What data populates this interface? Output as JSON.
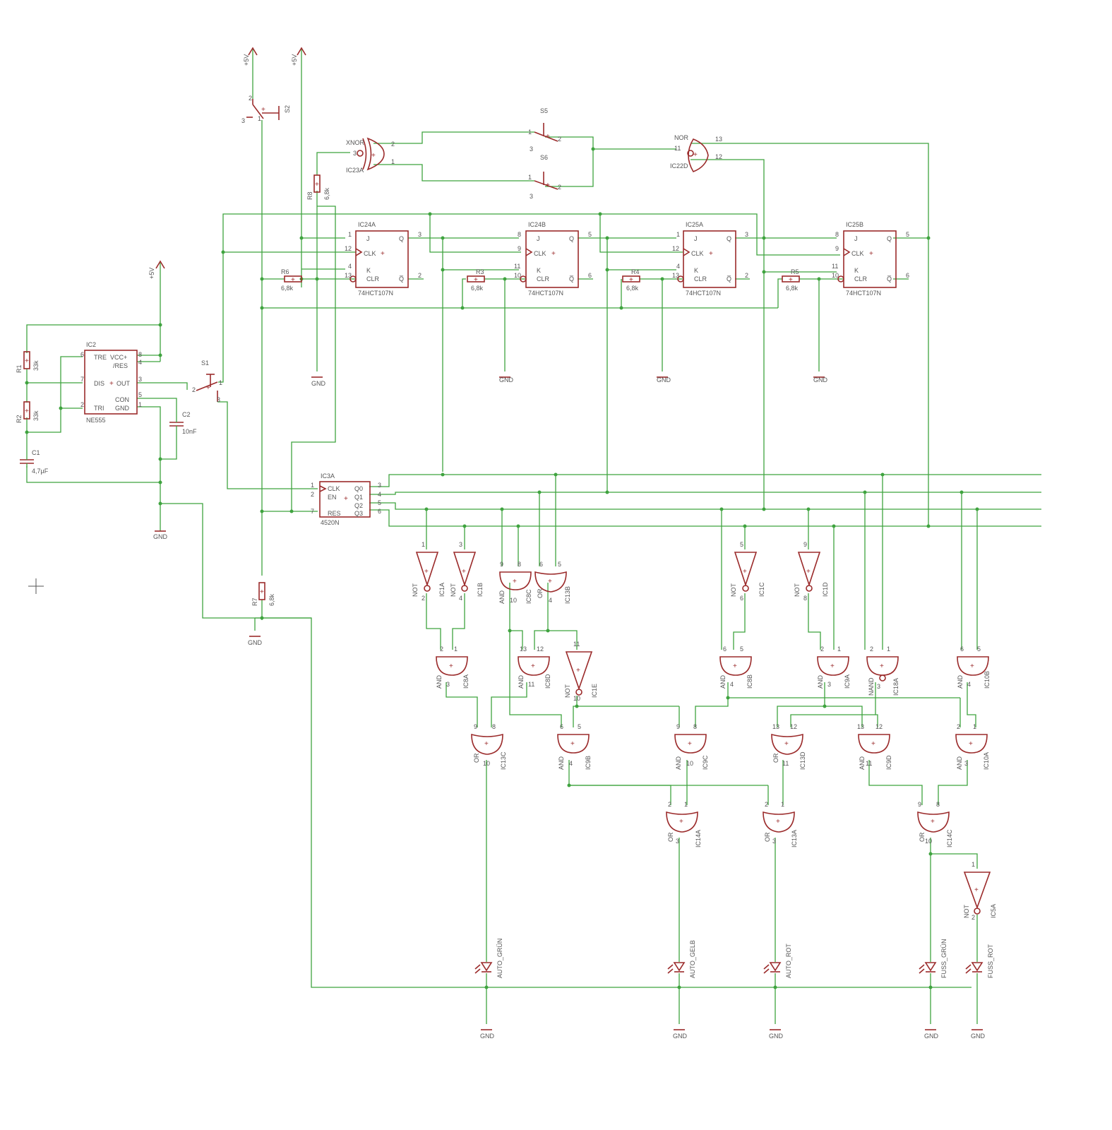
{
  "chart_data": {
    "type": "diagram",
    "kind": "electronic schematic",
    "colors": {
      "wire": "#3fa33f",
      "part": "#9b2b2b",
      "text": "#555555",
      "background": "#ffffff"
    }
  },
  "rails": {
    "vcc": "+5V",
    "gnd": "GND"
  },
  "components": {
    "ic2": {
      "name": "IC2",
      "value": "NE555",
      "pins": {
        "tre": "TRE",
        "vcc": "VCC+",
        "res": "/RES",
        "dis": "DIS",
        "out": "OUT",
        "con": "CON",
        "tri": "TRI",
        "gnd": "GND"
      },
      "nums": {
        "p6": "6",
        "p8": "8",
        "p4": "4",
        "p7": "7",
        "p3": "3",
        "p5": "5",
        "p2": "2",
        "p1": "1"
      }
    },
    "r1": {
      "name": "R1",
      "value": "33k"
    },
    "r2": {
      "name": "R2",
      "value": "33k"
    },
    "c1": {
      "name": "C1",
      "value": "4,7µF"
    },
    "c2": {
      "name": "C2",
      "value": "10nF"
    },
    "s1": {
      "name": "S1",
      "p1": "1",
      "p2": "2",
      "p3": "3"
    },
    "s2": {
      "name": "S2",
      "p1": "1",
      "p2": "2",
      "p3": "3"
    },
    "s5": {
      "name": "S5",
      "p1": "1",
      "p2": "2",
      "p3": "3"
    },
    "s6": {
      "name": "S6",
      "p1": "1",
      "p2": "2",
      "p3": "3"
    },
    "r3": {
      "name": "R3",
      "value": "6,8k"
    },
    "r4": {
      "name": "R4",
      "value": "6,8k"
    },
    "r5": {
      "name": "R5",
      "value": "6,8k"
    },
    "r6": {
      "name": "R6",
      "value": "6,8k"
    },
    "r7": {
      "name": "R7",
      "value": "6,8k"
    },
    "r8": {
      "name": "R8",
      "value": "6,8k"
    },
    "ic23a": {
      "name": "IC23A",
      "type": "XNOR",
      "in1": "2",
      "in2": "1",
      "out": "3"
    },
    "ic22d": {
      "name": "IC22D",
      "type": "NOR",
      "in1": "13",
      "in2": "12",
      "out": "11"
    },
    "ic3a": {
      "name": "IC3A",
      "value": "4520N",
      "pins": {
        "clk": "CLK",
        "en": "EN",
        "res": "RES",
        "q0": "Q0",
        "q1": "Q1",
        "q2": "Q2",
        "q3": "Q3"
      },
      "nums": {
        "p1": "1",
        "p2": "2",
        "p7": "7",
        "p3": "3",
        "p4": "4",
        "p5": "5",
        "p6": "6"
      }
    },
    "flipflops": [
      {
        "name": "IC24A",
        "value": "74HCT107N",
        "j": "1",
        "clk": "12",
        "k": "4",
        "clr": "13",
        "q": "3",
        "qn": "2"
      },
      {
        "name": "IC24B",
        "value": "74HCT107N",
        "j": "8",
        "clk": "9",
        "k": "11",
        "clr": "10",
        "q": "5",
        "qn": "6"
      },
      {
        "name": "IC25A",
        "value": "74HCT107N",
        "j": "1",
        "clk": "12",
        "k": "4",
        "clr": "13",
        "q": "3",
        "qn": "2"
      },
      {
        "name": "IC25B",
        "value": "74HCT107N",
        "j": "8",
        "clk": "9",
        "k": "11",
        "clr": "10",
        "q": "5",
        "qn": "6"
      }
    ],
    "ff_pins": {
      "j": "J",
      "clk": "CLK",
      "k": "K",
      "clr": "CLR",
      "q": "Q",
      "qn": "Q̅"
    },
    "gates": {
      "ic1a": {
        "name": "IC1A",
        "type": "NOT",
        "a": "1",
        "o": "2"
      },
      "ic1b": {
        "name": "IC1B",
        "type": "NOT",
        "a": "3",
        "o": "4"
      },
      "ic8c": {
        "name": "IC8C",
        "type": "AND",
        "a": "9",
        "b": "8",
        "o": "10"
      },
      "ic13b": {
        "name": "IC13B",
        "type": "OR",
        "a": "6",
        "b": "5",
        "o": "4"
      },
      "ic1c": {
        "name": "IC1C",
        "type": "NOT",
        "a": "5",
        "o": "6"
      },
      "ic1d": {
        "name": "IC1D",
        "type": "NOT",
        "a": "9",
        "o": "8"
      },
      "ic8a": {
        "name": "IC8A",
        "type": "AND",
        "a": "2",
        "b": "1",
        "o": "3"
      },
      "ic8d": {
        "name": "IC8D",
        "type": "AND",
        "a": "13",
        "b": "12",
        "o": "11"
      },
      "ic1e": {
        "name": "IC1E",
        "type": "NOT",
        "a": "11",
        "o": "10"
      },
      "ic8b": {
        "name": "IC8B",
        "type": "AND",
        "a": "6",
        "b": "5",
        "o": "4"
      },
      "ic9a": {
        "name": "IC9A",
        "type": "AND",
        "a": "2",
        "b": "1",
        "o": "3"
      },
      "ic18a": {
        "name": "IC18A",
        "type": "NAND",
        "a": "2",
        "b": "1",
        "o": "3"
      },
      "ic10b": {
        "name": "IC10B",
        "type": "AND",
        "a": "6",
        "b": "5",
        "o": "4"
      },
      "ic13c": {
        "name": "IC13C",
        "type": "OR",
        "a": "9",
        "b": "8",
        "o": "10"
      },
      "ic9b": {
        "name": "IC9B",
        "type": "AND",
        "a": "6",
        "b": "5",
        "o": "4"
      },
      "ic9c": {
        "name": "IC9C",
        "type": "AND",
        "a": "9",
        "b": "8",
        "o": "10"
      },
      "ic13d": {
        "name": "IC13D",
        "type": "OR",
        "a": "13",
        "b": "12",
        "o": "11"
      },
      "ic9d": {
        "name": "IC9D",
        "type": "AND",
        "a": "13",
        "b": "12",
        "o": "11"
      },
      "ic10a": {
        "name": "IC10A",
        "type": "AND",
        "a": "2",
        "b": "1",
        "o": "3"
      },
      "ic14a": {
        "name": "IC14A",
        "type": "OR",
        "a": "2",
        "b": "1",
        "o": "3"
      },
      "ic13a": {
        "name": "IC13A",
        "type": "OR",
        "a": "2",
        "b": "1",
        "o": "3"
      },
      "ic14c": {
        "name": "IC14C",
        "type": "OR",
        "a": "9",
        "b": "8",
        "o": "10"
      },
      "ic5a": {
        "name": "IC5A",
        "type": "NOT",
        "a": "1",
        "o": "2"
      }
    },
    "leds": {
      "auto_gruen": "AUTO_GRÜN",
      "auto_gelb": "AUTO_GELB",
      "auto_rot": "AUTO_ROT",
      "fuss_gruen": "FUSS_GRÜN",
      "fuss_rot": "FUSS_ROT"
    }
  }
}
